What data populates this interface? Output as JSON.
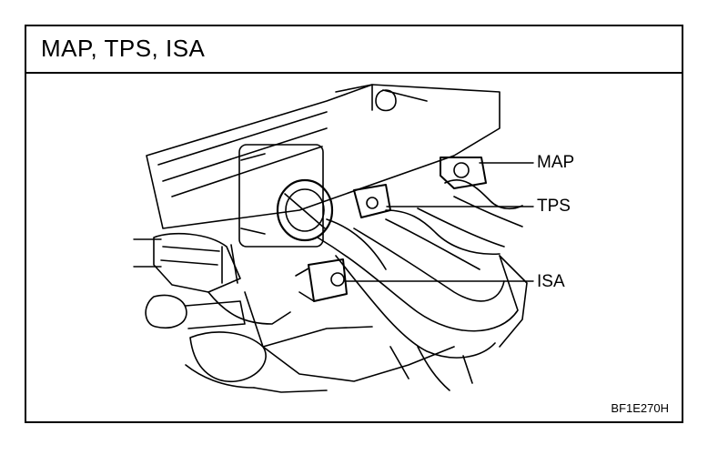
{
  "header": {
    "title": "MAP, TPS, ISA"
  },
  "callouts": {
    "map": "MAP",
    "tps": "TPS",
    "isa": "ISA"
  },
  "figure_code": "BF1E270H"
}
